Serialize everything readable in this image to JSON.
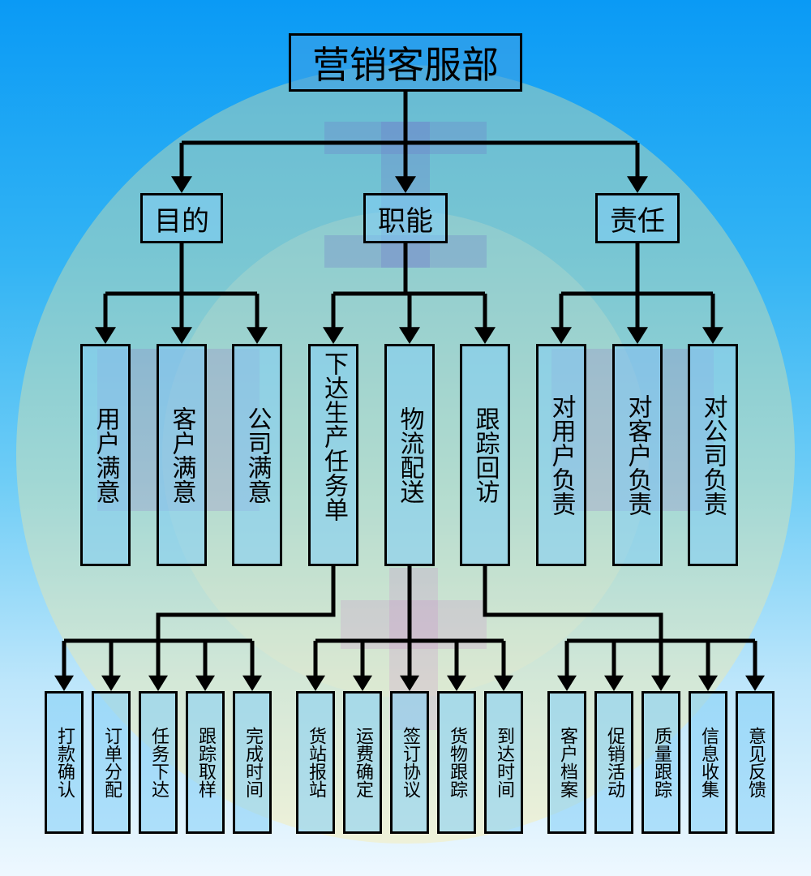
{
  "root": {
    "label": "营销客服部"
  },
  "groups": [
    {
      "label": "目的",
      "items": [
        "用户满意",
        "客户满意",
        "公司满意"
      ]
    },
    {
      "label": "职能",
      "items": [
        "下达生产任务单",
        "物流配送",
        "跟踪回访"
      ]
    },
    {
      "label": "责任",
      "items": [
        "对用户负责",
        "对客户负责",
        "对公司负责"
      ]
    }
  ],
  "sub_groups": [
    {
      "parent": "下达生产任务单",
      "items": [
        "打款确认",
        "订单分配",
        "任务下达",
        "跟踪取样",
        "完成时间"
      ]
    },
    {
      "parent": "物流配送",
      "items": [
        "货站报站",
        "运费确定",
        "签订协议",
        "货物跟踪",
        "到达时间"
      ]
    },
    {
      "parent": "跟踪回访",
      "items": [
        "客户档案",
        "促销活动",
        "质量跟踪",
        "信息收集",
        "意见反馈"
      ]
    }
  ],
  "colors": {
    "line": "#000000",
    "box_border": "#000000",
    "bg_top": "#0a9af5",
    "bg_bottom": "#eef8ff"
  }
}
